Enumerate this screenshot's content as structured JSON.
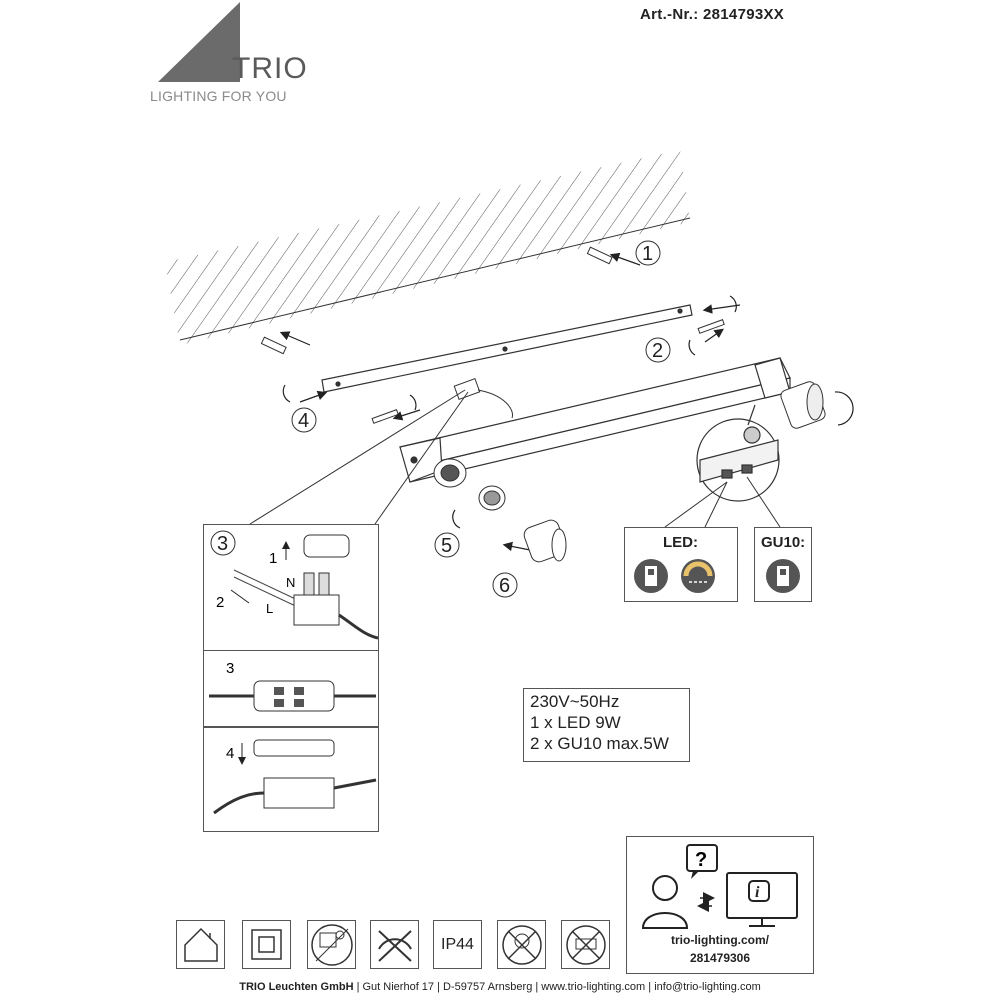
{
  "header": {
    "article_number": "Art.-Nr.: 2814793XX",
    "brand_name": "TRIO",
    "brand_tagline": "LIGHTING FOR YOU"
  },
  "steps": [
    "1",
    "2",
    "3",
    "4",
    "5",
    "6"
  ],
  "wiring_panel": {
    "step_label": "3",
    "sub_steps": [
      "1",
      "2"
    ],
    "wire_labels": [
      "N",
      "L"
    ],
    "mid_label": "3",
    "bottom_label": "4"
  },
  "control_panels": {
    "led_label": "LED:",
    "gu10_label": "GU10:"
  },
  "specs": {
    "lines": [
      "230V~50Hz",
      "1 x LED 9W",
      "2 x GU10 max.5W"
    ]
  },
  "info_box": {
    "url_line1": "trio-lighting.com/",
    "url_line2": "281479306",
    "question_icon": "question-bubble-icon",
    "user_icon": "user-icon",
    "info_icon": "info-monitor-icon"
  },
  "symbols": {
    "indoor": "indoor-use-icon",
    "class2": "protection-class-ii-icon",
    "not_cover": "do-not-cover-icon",
    "no_dimmer": "not-dimmable-icon",
    "ip_rating": "IP44",
    "led_replace": "led-not-replaceable-icon",
    "driver": "driver-not-replaceable-icon"
  },
  "footer": {
    "company": "TRIO Leuchten GmbH",
    "address": "Gut Nierhof 17",
    "city": "D-59757 Arnsberg",
    "web": "www.trio-lighting.com",
    "email": "info@trio-lighting.com"
  },
  "colors": {
    "logo_triangle": "#6b6b6b",
    "line": "#333333"
  }
}
